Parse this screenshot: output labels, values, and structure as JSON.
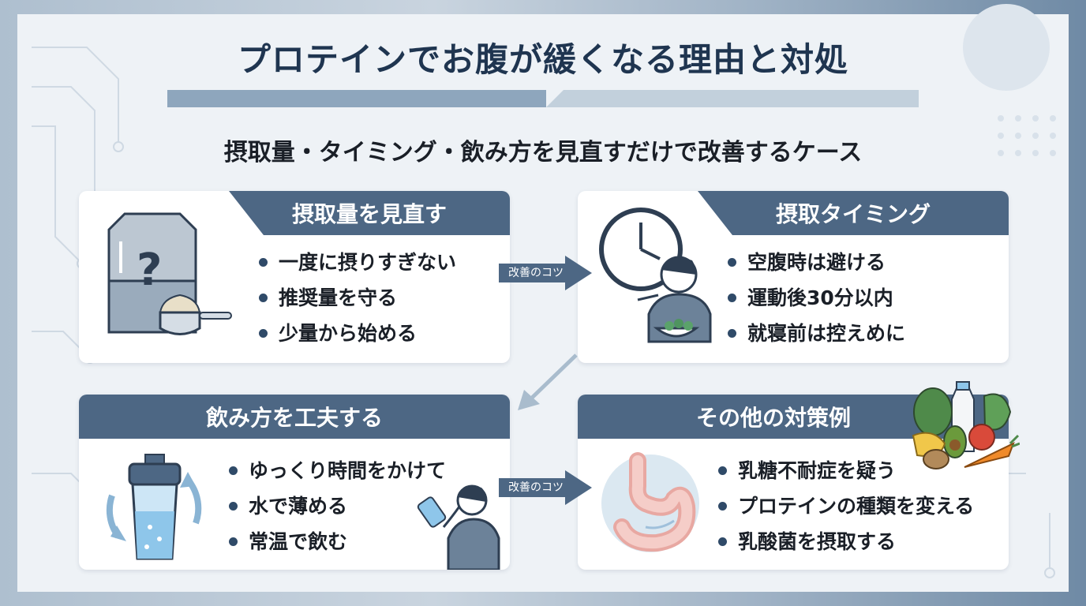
{
  "title": "プロテインでお腹が緩くなる理由と対処",
  "subtitle": "摂取量・タイミング・飲み方を見直すだけで改善するケース",
  "arrow_label": "改善のコツ",
  "colors": {
    "header": "#4d6784",
    "title": "#1f3550",
    "panel": "#eef2f6",
    "accent": "#8ea6bd"
  },
  "cards": {
    "amount": {
      "heading": "摂取量を見直す",
      "icon": "protein-bag-scoop-icon",
      "items": [
        "一度に摂りすぎない",
        "推奨量を守る",
        "少量から始める"
      ]
    },
    "timing": {
      "heading": "摂取タイミング",
      "icon": "clock-person-eating-icon",
      "items": [
        "空腹時は避ける",
        "運動後30分以内",
        "就寝前は控えめに"
      ]
    },
    "drinking": {
      "heading": "飲み方を工夫する",
      "icon": "shaker-bottle-icon",
      "items": [
        "ゆっくり時間をかけて",
        "水で薄める",
        "常温で飲む"
      ]
    },
    "other": {
      "heading": "その他の対策例",
      "icon": "stomach-icon",
      "items": [
        "乳糖不耐症を疑う",
        "プロテインの種類を変える",
        "乳酸菌を摂取する"
      ]
    }
  }
}
